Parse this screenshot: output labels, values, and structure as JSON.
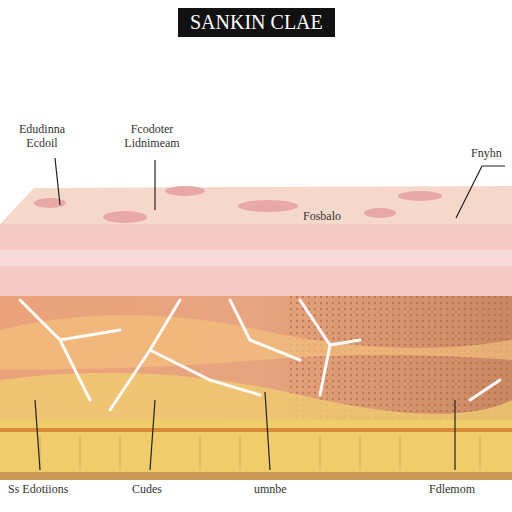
{
  "diagram": {
    "title": "SANKIN CLAE",
    "labels": [
      "Edudinna Ecdoil",
      "Fcodoter Lidnimeam",
      "Fnyhn",
      "Fosbalo",
      "Ss Edotiions",
      "Cudes",
      "umnbe",
      "Fdlemom"
    ]
  }
}
